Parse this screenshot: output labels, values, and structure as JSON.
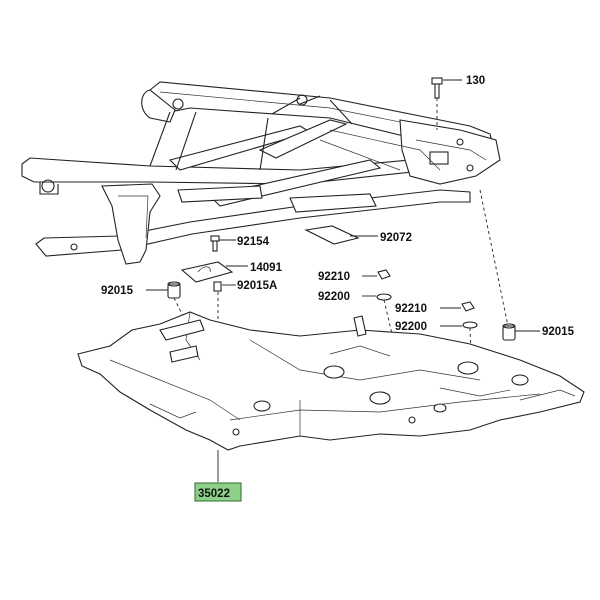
{
  "diagram": {
    "part_labels": {
      "p130": "130",
      "p92154": "92154",
      "p92072": "92072",
      "p14091": "14091",
      "p92015_left": "92015",
      "p92015A": "92015A",
      "p92210_a": "92210",
      "p92200_a": "92200",
      "p92210_b": "92210",
      "p92200_b": "92200",
      "p92015_right": "92015",
      "p35022": "35022"
    },
    "highlight_color": "#8ed08a"
  }
}
